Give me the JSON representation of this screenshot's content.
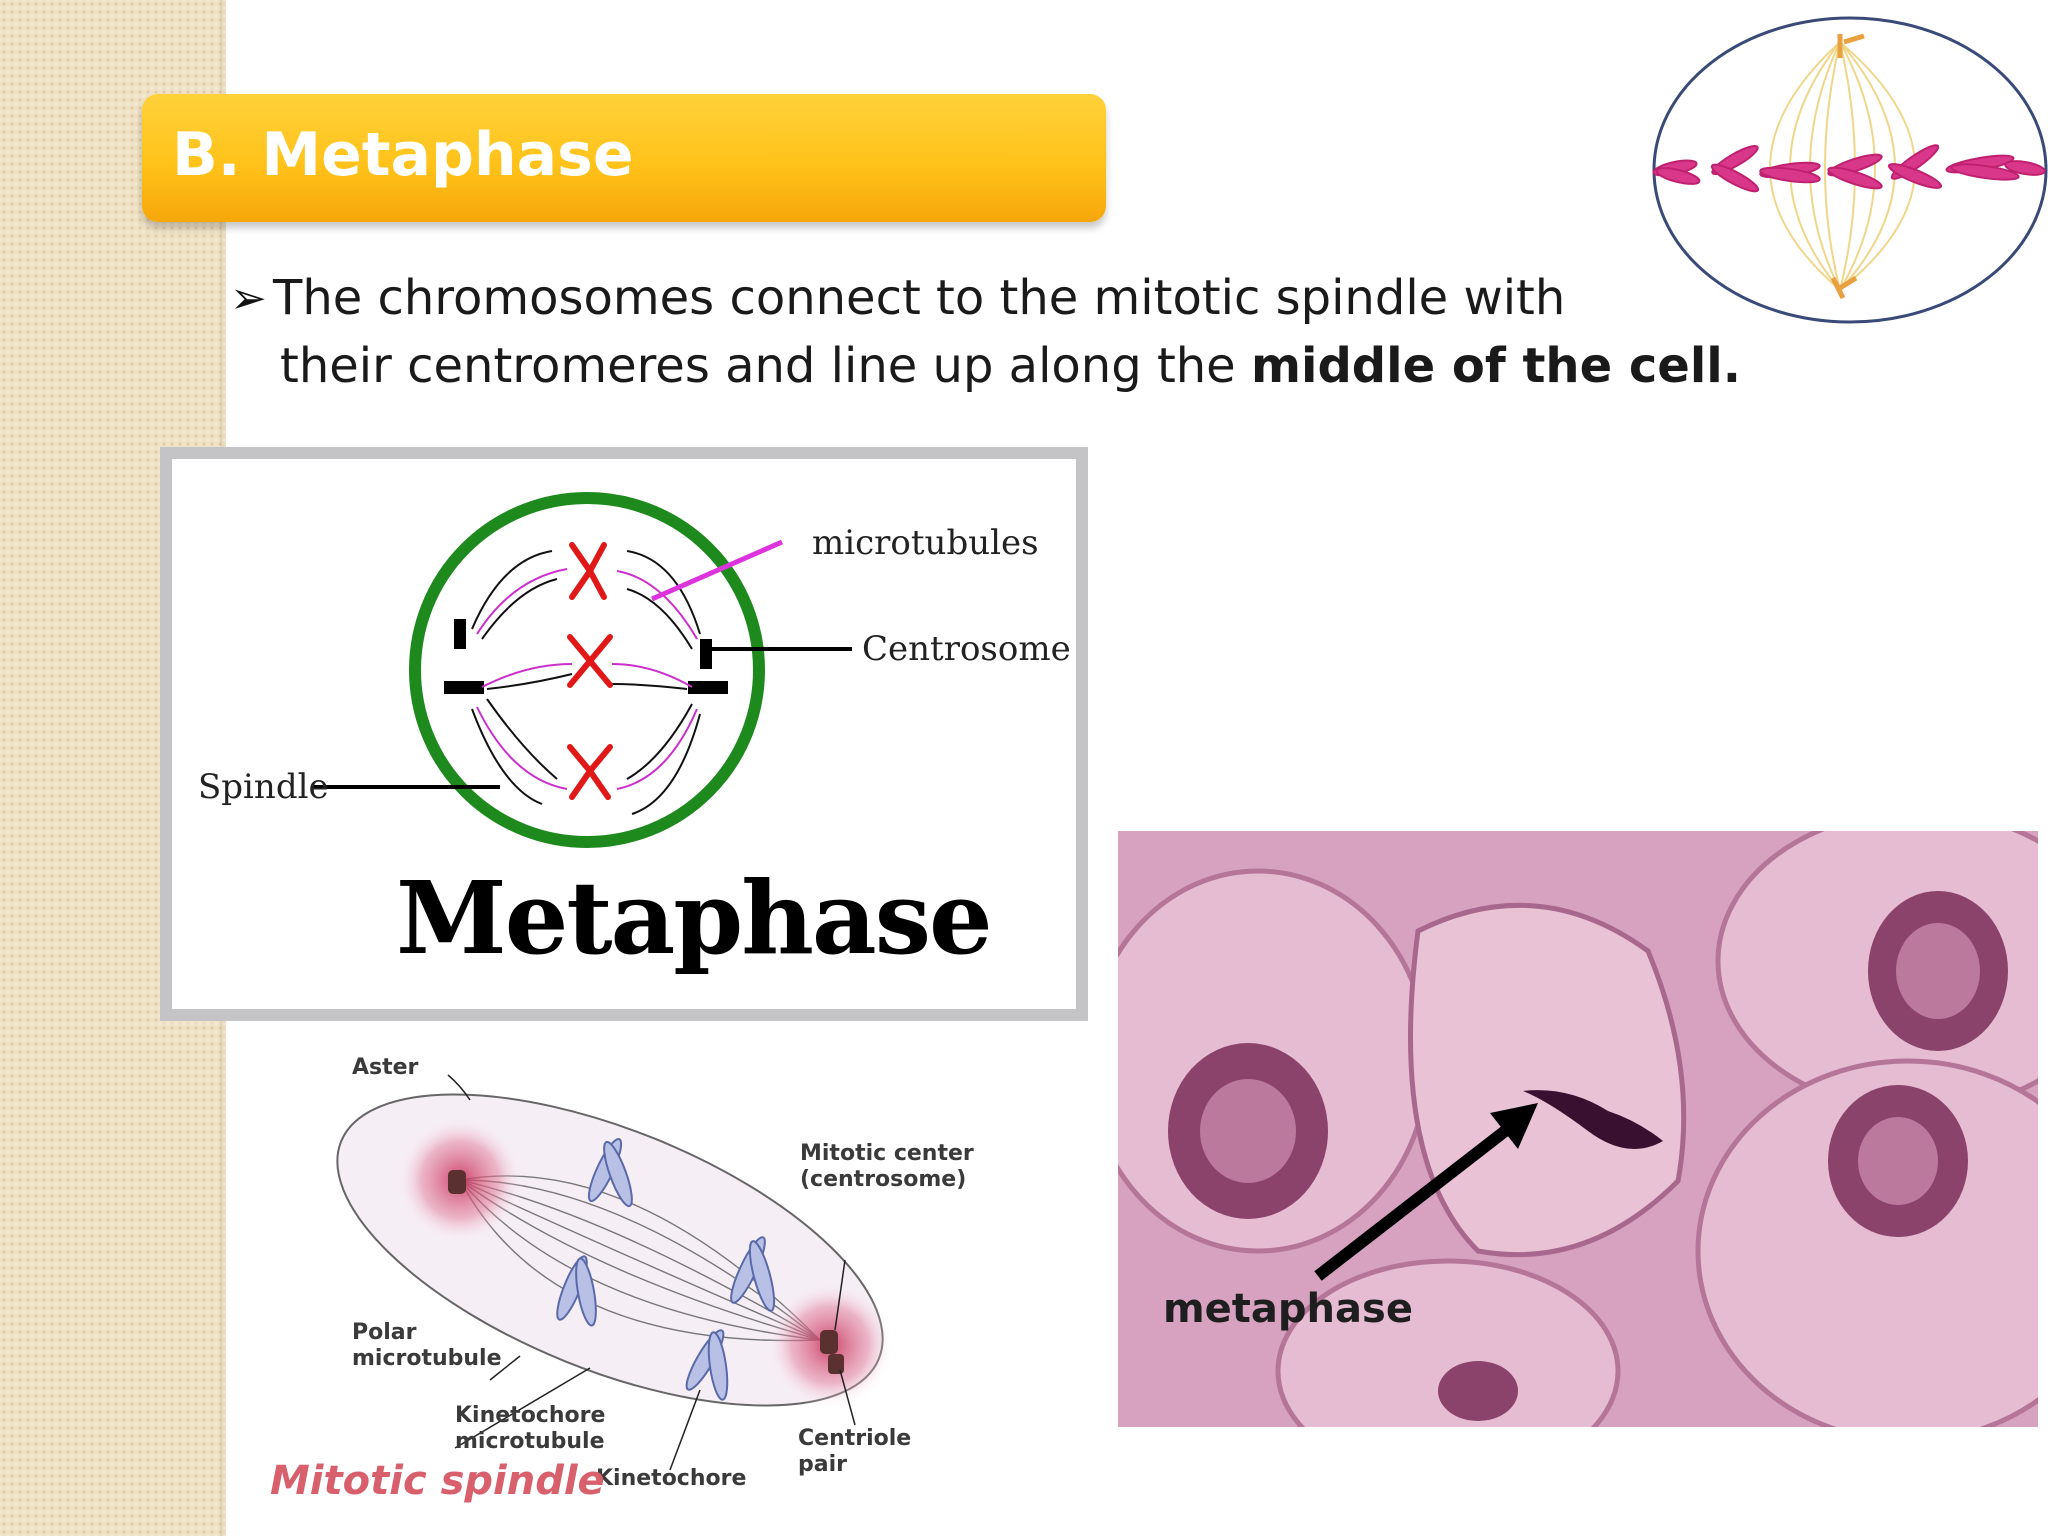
{
  "slide": {
    "title": "B. Metaphase",
    "bullet_marker": "➢",
    "bullet_line1": "The chromosomes connect to the mitotic spindle with",
    "bullet_line2_plain": "their centromeres and line up along the ",
    "bullet_line2_bold": "middle of the cell."
  },
  "diagram_metaphase": {
    "label_microtubules": "microtubules",
    "label_centrosome": "Centrosome",
    "label_spindle": "Spindle",
    "big_label": "Metaphase"
  },
  "diagram_mitotic_spindle": {
    "label_aster": "Aster",
    "label_mitotic_center": "Mitotic center\n(centrosome)",
    "label_polar_microtubule": "Polar\nmicrotubule",
    "label_kinetochore_microtubule": "Kinetochore\nmicrotubule",
    "label_centriole_pair": "Centriole\npair",
    "label_kinetochore": "Kinetochore",
    "caption": "Mitotic spindle"
  },
  "photo": {
    "label": "metaphase"
  },
  "colors": {
    "title_bar": "#ffc21a",
    "caption": "#d8606c",
    "cell_outline": "#1e8a1e",
    "chromosome": "#e01818",
    "spindle_pink": "#cc2fcc"
  }
}
